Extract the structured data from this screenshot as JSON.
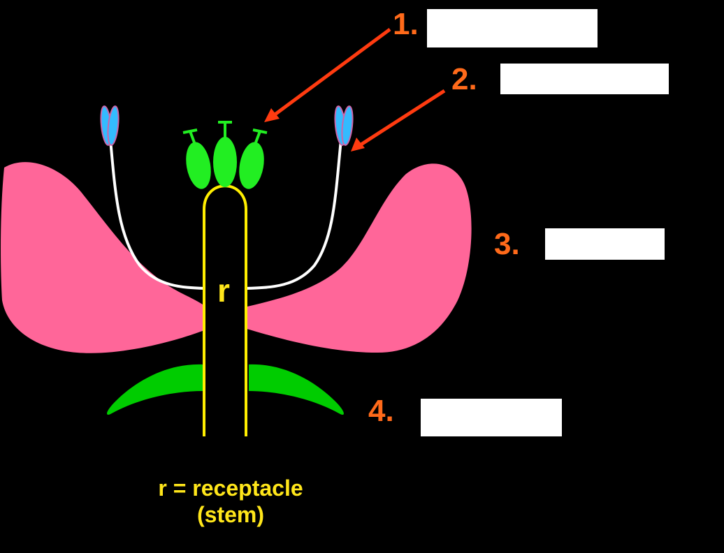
{
  "colors": {
    "background": "#000000",
    "petal": "#ff6699",
    "sepal": "#00cc00",
    "pistil": "#22ee22",
    "receptacle_outline": "#ffee00",
    "filament": "#ffffff",
    "anther": "#33bbff",
    "arrow": "#ff3b10",
    "number": "#ff6a1a",
    "caption": "#ffe61a"
  },
  "labels": [
    {
      "number": "1.",
      "answer": ""
    },
    {
      "number": "2.",
      "answer": ""
    },
    {
      "number": "3.",
      "answer": ""
    },
    {
      "number": "4.",
      "answer": ""
    }
  ],
  "receptacle_letter": "r",
  "caption": {
    "line1": "r = receptacle",
    "line2": "(stem)"
  }
}
